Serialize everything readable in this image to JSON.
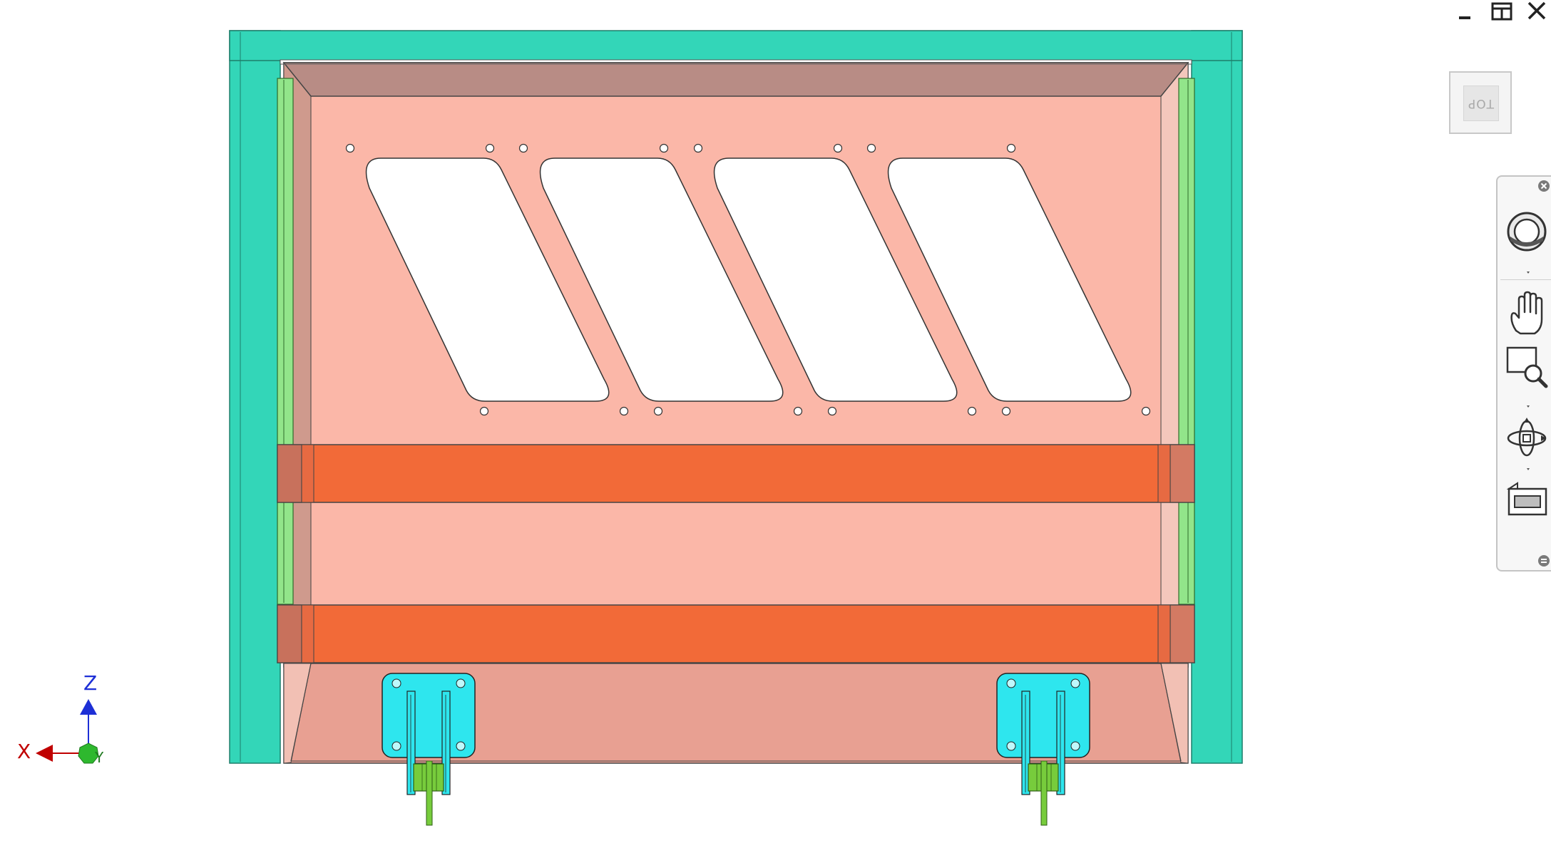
{
  "window_controls": {
    "minimize_icon": "minimize-icon",
    "restore_icon": "restore-icon",
    "close_icon": "close-icon"
  },
  "view_cube": {
    "face_label": "TOP"
  },
  "nav_bar": {
    "tools": [
      {
        "name": "steering-wheel",
        "icon": "steering-wheel-icon"
      },
      {
        "name": "pan",
        "icon": "hand-icon"
      },
      {
        "name": "zoom-window",
        "icon": "zoom-window-icon"
      },
      {
        "name": "orbit",
        "icon": "orbit-icon"
      },
      {
        "name": "look-at",
        "icon": "look-at-icon"
      }
    ]
  },
  "axis_triad": {
    "x_label": "X",
    "z_label": "Z",
    "y_label": "Y",
    "x_color": "#c00000",
    "z_color": "#1d2fd6",
    "y_color": "#2eb82e"
  },
  "model_colors": {
    "outer_frame": "#33d6b8",
    "side_rail": "#92e58a",
    "back_plate": "#fbb7a8",
    "top_bevel": "#b88c85",
    "cross_beam": "#f26a38",
    "lower_plate": "#e8a092",
    "bracket": "#2ee6ee",
    "fitting": "#77cc3c"
  }
}
